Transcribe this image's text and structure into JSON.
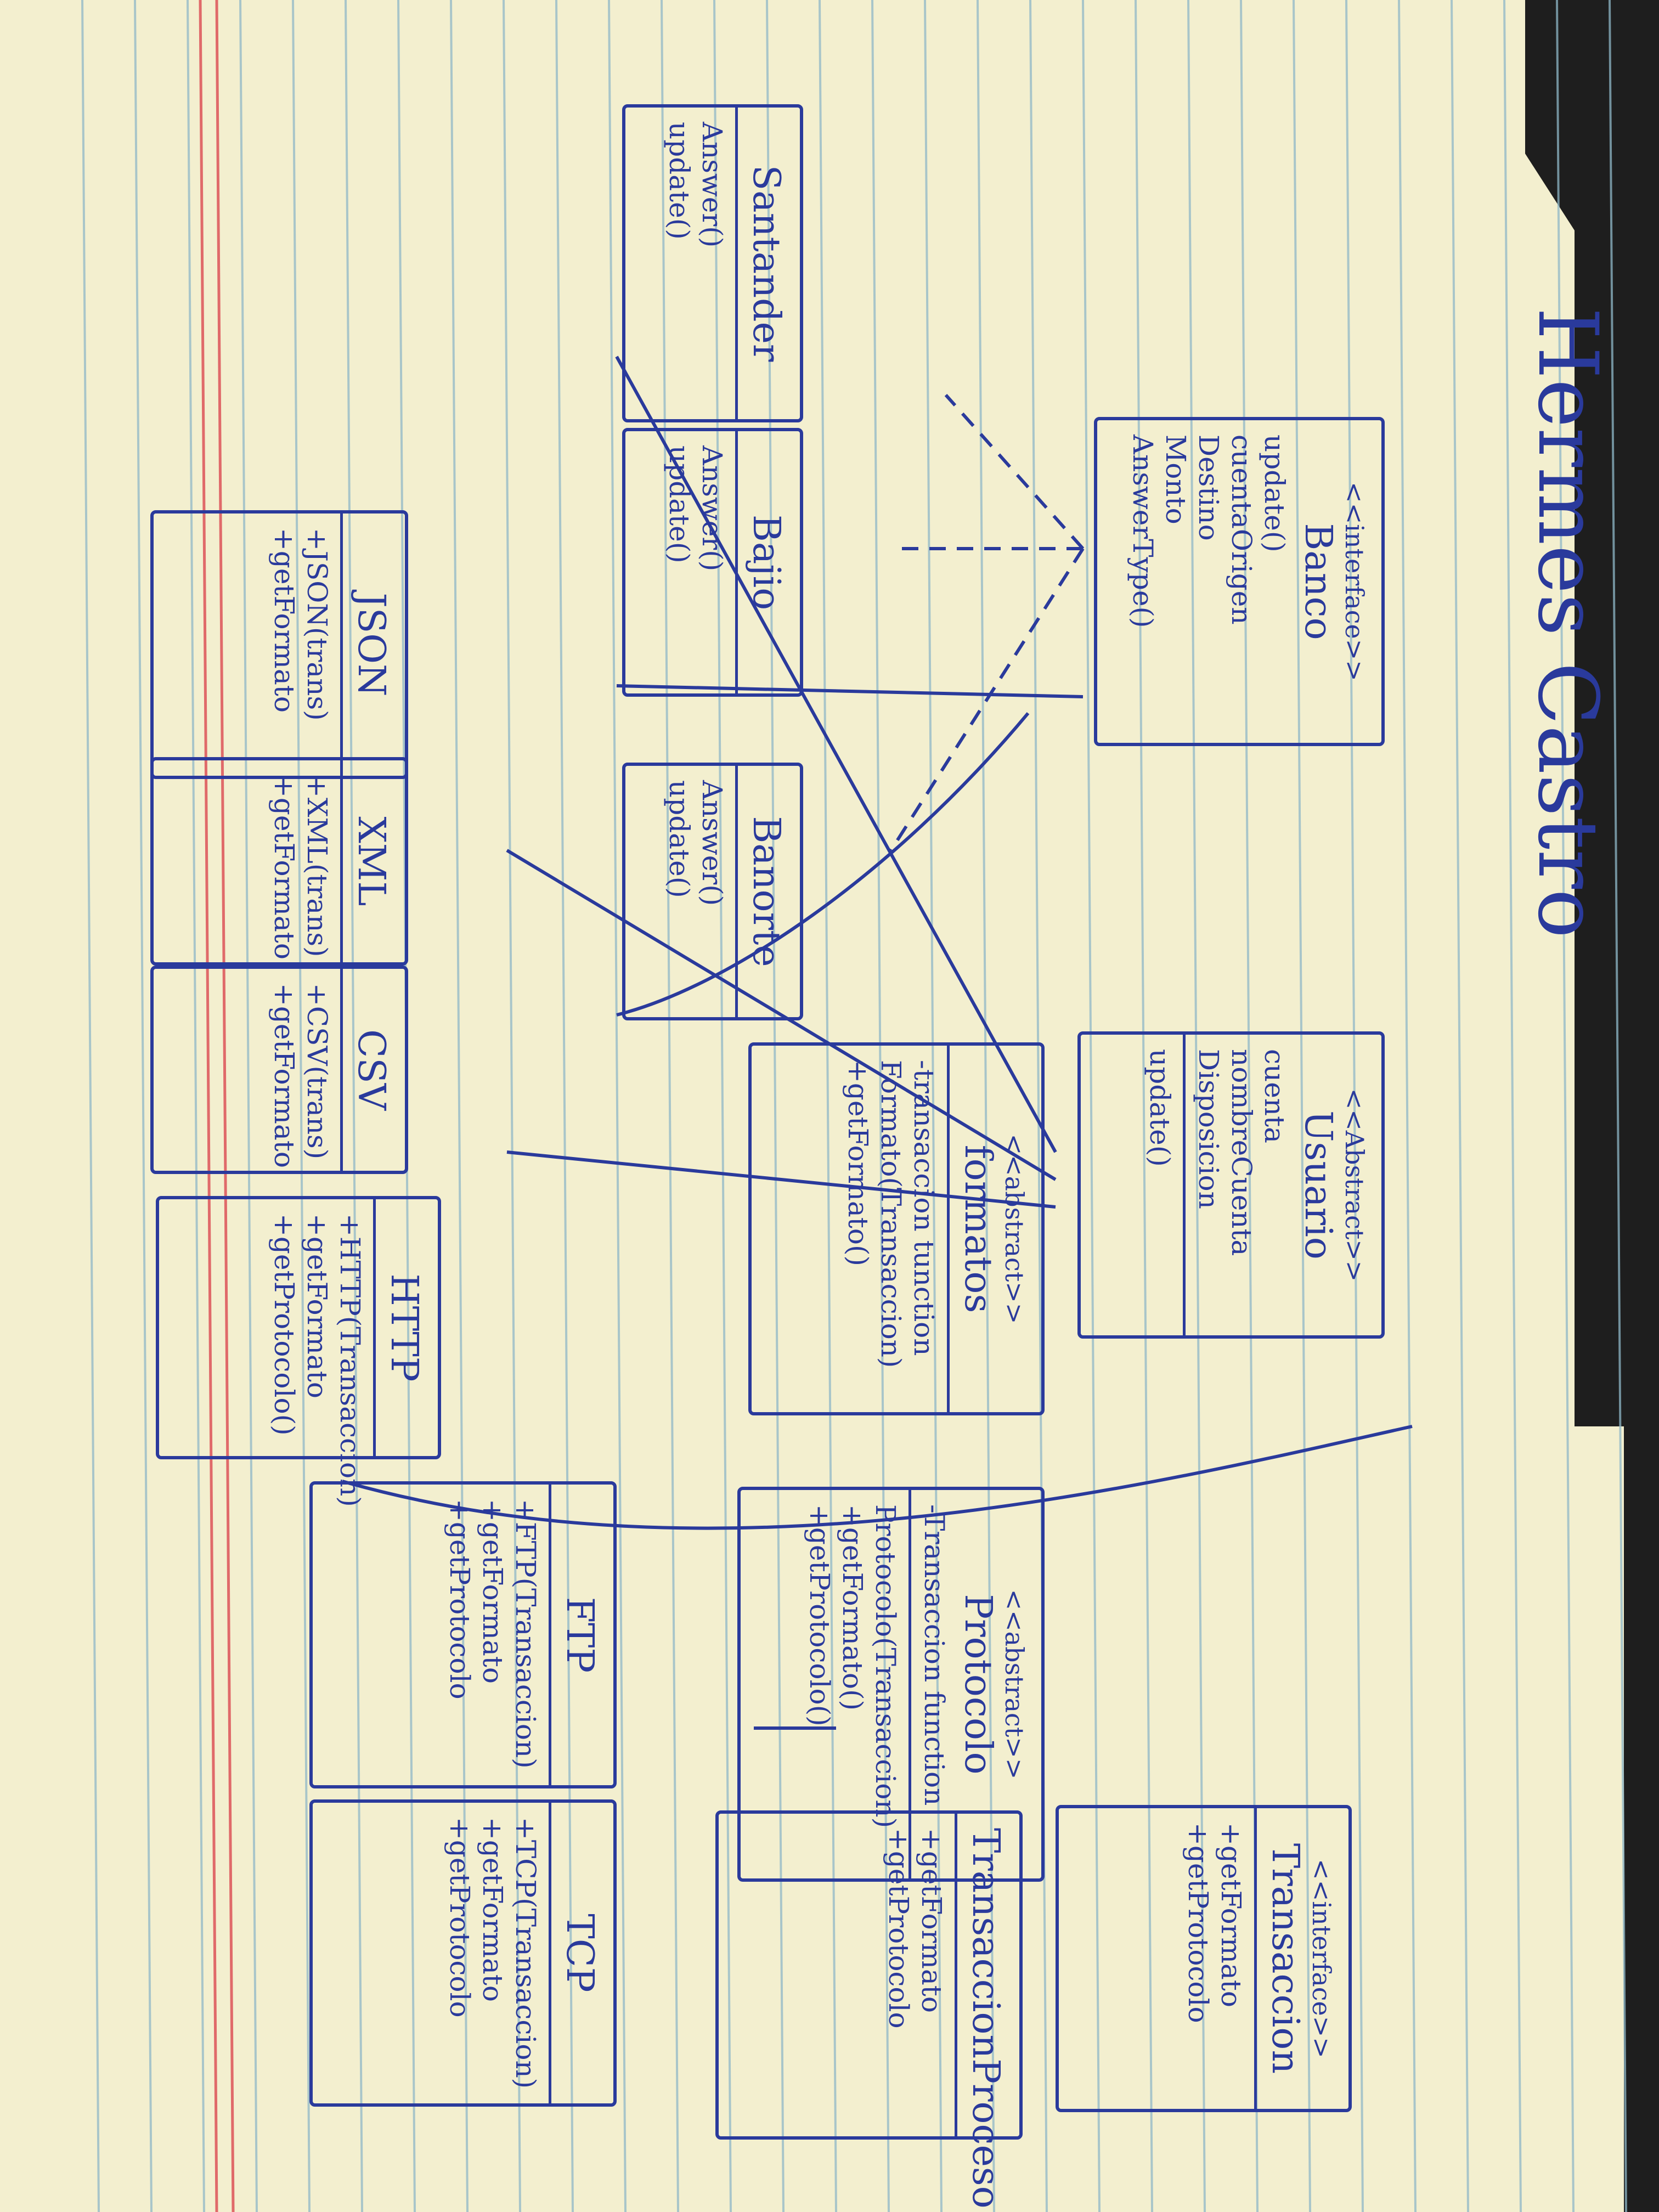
{
  "title": "Hermes Castro",
  "colors": {
    "ink": "#2a3a9c",
    "paper": "#f3efcf",
    "rule_line": "#8fb8c8",
    "margin_line": "#e06a6a"
  },
  "classes": {
    "banco": {
      "stereotype": "<<interface>>",
      "name": "Banco",
      "members": [
        "update()",
        "cuentaOrigen",
        "Destino",
        "Monto",
        "AnswerType()"
      ]
    },
    "santander": {
      "name": "Santander",
      "members": [
        "Answer()",
        "update()"
      ]
    },
    "bajio": {
      "name": "Bajio",
      "members": [
        "Answer()",
        "update()"
      ]
    },
    "banorte": {
      "name": "Banorte",
      "members": [
        "Answer()",
        "update()"
      ]
    },
    "usuario": {
      "stereotype": "<<Abstract>>",
      "name": "Usuario",
      "members": [
        "cuenta",
        "nombreCuenta",
        "Disposicion",
        "update()"
      ]
    },
    "formatos": {
      "stereotype": "<<abstract>>",
      "name": "formatos",
      "members": [
        "-transaccion tunction",
        "Formato(Transaccion)",
        "+getFormato()"
      ]
    },
    "json": {
      "name": "JSON",
      "members": [
        "+JSON(trans)",
        "+getFormato"
      ]
    },
    "xml": {
      "name": "XML",
      "members": [
        "+XML(trans)",
        "+getFormato"
      ]
    },
    "csv": {
      "name": "CSV",
      "members": [
        "+CSV(trans)",
        "+getFormato"
      ]
    },
    "protocolo": {
      "stereotype": "<<abstract>>",
      "name": "Protocolo",
      "members": [
        "-Transaccion function",
        "Protocolo(Transaccion)",
        "+getFormato()",
        "+getProtocolo()"
      ]
    },
    "http": {
      "name": "HTTP",
      "members": [
        "+HTTP(Transaccion)",
        "+getFormato",
        "+getProtocolo()"
      ]
    },
    "ftp": {
      "name": "FTP",
      "members": [
        "+FTP(Transaccion)",
        "+getFormato",
        "+getProtocolo"
      ]
    },
    "tcp": {
      "name": "TCP",
      "members": [
        "+TCP(Transaccion)",
        "+getFormato",
        "+getProtocolo"
      ]
    },
    "transaccion": {
      "stereotype": "<<interface>>",
      "name": "Transaccion",
      "members": [
        "+getFormato",
        "+getProtocolo"
      ]
    },
    "transaccionproceso": {
      "name": "TransaccionProceso",
      "members": [
        "+getFormato",
        "+getProtocolo"
      ]
    }
  }
}
